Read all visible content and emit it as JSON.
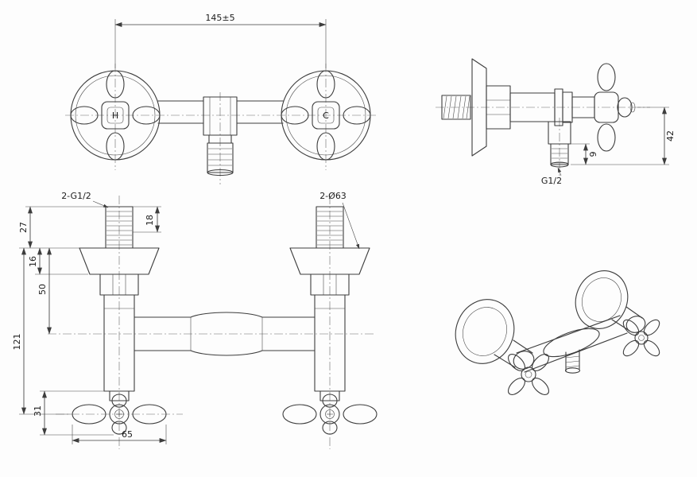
{
  "front_view": {
    "dim_center_distance": "145±5",
    "left_handle_letter": "H",
    "right_handle_letter": "C"
  },
  "side_view": {
    "dim_outlet_drop": "42",
    "dim_thread_length": "9",
    "thread_label": "G1/2"
  },
  "bottom_view": {
    "dim_inlet_thread": "2-G1/2",
    "dim_flange_diameter": "2-Ø63",
    "dim_27": "27",
    "dim_16": "16",
    "dim_18": "18",
    "dim_50": "50",
    "dim_121": "121",
    "dim_31": "31",
    "dim_65": "65"
  },
  "colors": {
    "line": "#3d3d3d",
    "background": "#fdfdfd"
  }
}
